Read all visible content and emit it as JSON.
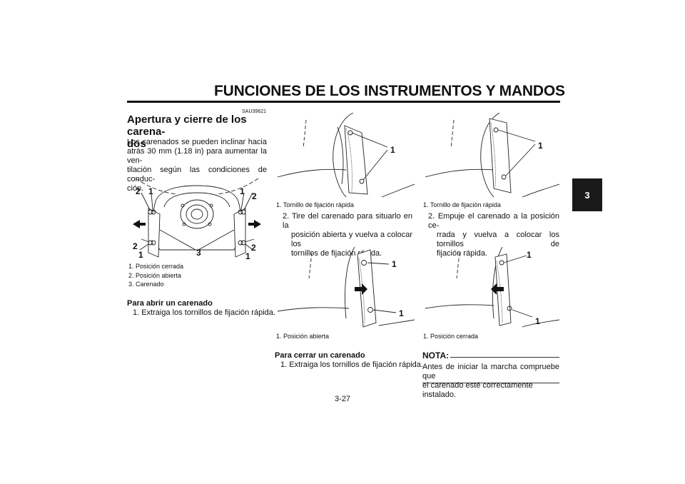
{
  "header": {
    "title": "FUNCIONES DE LOS INSTRUMENTOS Y MANDOS"
  },
  "chapter_tab": "3",
  "section": {
    "code": "SAU39621",
    "title_line1": "Apertura y cierre de los carena-",
    "title_line2": "dos",
    "intro_lines": [
      "Los carenados se pueden inclinar hacia",
      "atrás 30 mm (1.18 in) para aumentar la ven-",
      "tilación según las condiciones de conduc-",
      "ción."
    ]
  },
  "figure1": {
    "labels": [
      "1",
      "2",
      "3"
    ],
    "captions": [
      "1. Posición cerrada",
      "2. Posición abierta",
      "3. Carenado"
    ]
  },
  "open_section": {
    "heading": "Para abrir un carenado",
    "step1": "1. Extraiga los tornillos de fijación rápida."
  },
  "figure2": {
    "label": "1",
    "caption": "1. Tornillo de fijación rápida"
  },
  "step_open2": {
    "lines": [
      "2. Tire del carenado para situarlo en la",
      "posición abierta y vuelva a colocar los",
      "tornillos de fijación rápida."
    ]
  },
  "figure3": {
    "label": "1",
    "caption": "1. Posición abierta"
  },
  "close_section": {
    "heading": "Para cerrar un carenado",
    "step1": "1. Extraiga los tornillos de fijación rápida."
  },
  "figure4": {
    "label": "1",
    "caption": "1. Tornillo de fijación rápida"
  },
  "step_close2": {
    "lines": [
      "2. Empuje el carenado a la posición ce-",
      "rrada y vuelva a colocar los tornillos de",
      "fijación rápida."
    ]
  },
  "figure5": {
    "label": "1",
    "caption": "1. Posición cerrada"
  },
  "note": {
    "label": "NOTA:",
    "lines": [
      "Antes de iniciar la marcha compruebe que",
      "el carenado esté correctamente instalado."
    ]
  },
  "footer": {
    "page_number": "3-27"
  }
}
